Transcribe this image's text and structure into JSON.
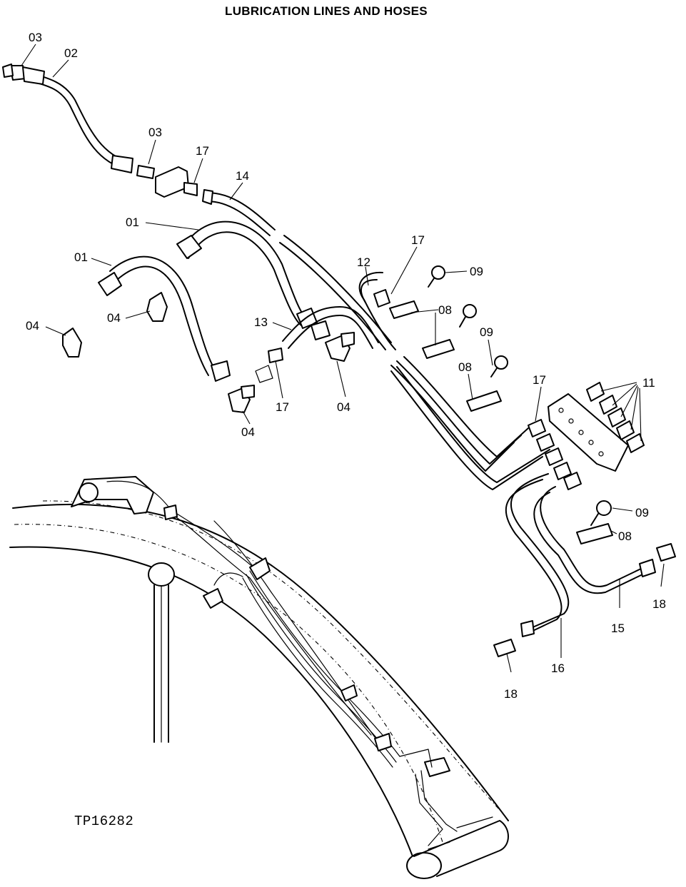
{
  "title": "LUBRICATION LINES AND HOSES",
  "reference": "TP16282",
  "callouts": [
    {
      "id": "c1",
      "text": "03"
    },
    {
      "id": "c2",
      "text": "02"
    },
    {
      "id": "c3",
      "text": "03"
    },
    {
      "id": "c4",
      "text": "17"
    },
    {
      "id": "c5",
      "text": "14"
    },
    {
      "id": "c6",
      "text": "01"
    },
    {
      "id": "c7",
      "text": "01"
    },
    {
      "id": "c8",
      "text": "04"
    },
    {
      "id": "c9",
      "text": "04"
    },
    {
      "id": "c10",
      "text": "13"
    },
    {
      "id": "c11",
      "text": "17"
    },
    {
      "id": "c12",
      "text": "04"
    },
    {
      "id": "c13",
      "text": "04"
    },
    {
      "id": "c14",
      "text": "12"
    },
    {
      "id": "c15",
      "text": "17"
    },
    {
      "id": "c16",
      "text": "09"
    },
    {
      "id": "c17",
      "text": "08"
    },
    {
      "id": "c18",
      "text": "09"
    },
    {
      "id": "c19",
      "text": "08"
    },
    {
      "id": "c20",
      "text": "17"
    },
    {
      "id": "c21",
      "text": "11"
    },
    {
      "id": "c22",
      "text": "09"
    },
    {
      "id": "c23",
      "text": "08"
    },
    {
      "id": "c24",
      "text": "18"
    },
    {
      "id": "c25",
      "text": "15"
    },
    {
      "id": "c26",
      "text": "16"
    },
    {
      "id": "c27",
      "text": "18"
    }
  ]
}
